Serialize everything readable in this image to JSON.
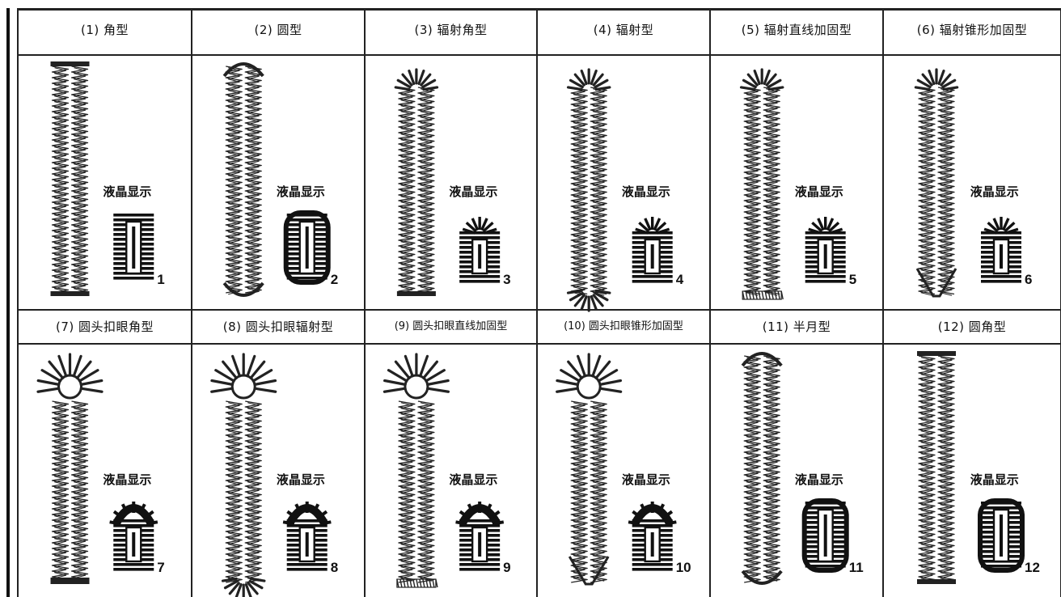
{
  "cells": [
    {
      "title": "(1) 角型",
      "lcd_label": "液晶显示",
      "number": "1",
      "style": "square"
    },
    {
      "title": "(2) 圆型",
      "lcd_label": "液晶显示",
      "number": "2",
      "style": "round"
    },
    {
      "title": "(3) 辐射角型",
      "lcd_label": "液晶显示",
      "number": "3",
      "style": "radial-square"
    },
    {
      "title": "(4) 辐射型",
      "lcd_label": "液晶显示",
      "number": "4",
      "style": "radial"
    },
    {
      "title": "(5) 辐射直线加固型",
      "lcd_label": "液晶显示",
      "number": "5",
      "style": "radial-bar"
    },
    {
      "title": "(6) 辐射锥形加固型",
      "lcd_label": "液晶显示",
      "number": "6",
      "style": "radial-taper"
    },
    {
      "title": "(7) 圆头扣眼角型",
      "lcd_label": "液晶显示",
      "number": "7",
      "style": "eyelet-square"
    },
    {
      "title": "(8) 圆头扣眼辐射型",
      "lcd_label": "液晶显示",
      "number": "8",
      "style": "eyelet-radial"
    },
    {
      "title": "(9) 圆头扣眼直线加固型",
      "lcd_label": "液晶显示",
      "number": "9",
      "style": "eyelet-bar"
    },
    {
      "title": "(10) 圆头扣眼锥形加固型",
      "lcd_label": "液晶显示",
      "number": "10",
      "style": "eyelet-taper"
    },
    {
      "title": "(11) 半月型",
      "lcd_label": "液晶显示",
      "number": "11",
      "style": "half-moon"
    },
    {
      "title": "(12) 圆角型",
      "lcd_label": "液晶显示",
      "number": "12",
      "style": "round-corner"
    }
  ]
}
